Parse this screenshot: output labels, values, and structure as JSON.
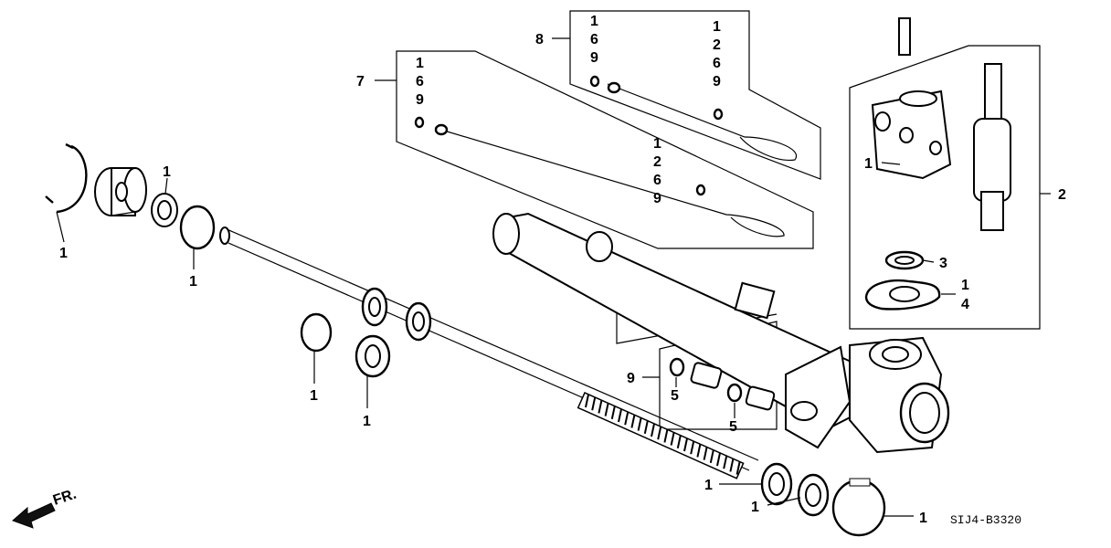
{
  "diagram_code": "SIJ4-B3320",
  "direction_label": "FR.",
  "callouts": {
    "snap_ring_ref": "1",
    "bushing_ref": "1",
    "oring_left_ref": "1",
    "seal_a_ref": "1",
    "seal_b_ref": "1",
    "bearing_ref": "1",
    "seal_c_ref": "1",
    "clamp_ref": "1",
    "valve_ref": "1",
    "group2_ref": "2",
    "seal3_ref": "3",
    "gasket_ref_a": "1",
    "gasket_ref_b": "4",
    "oring5_a_ref": "5",
    "oring5_b_ref": "5",
    "group7_ref": "7",
    "group8_ref": "8",
    "group9_ref": "9"
  },
  "stacks": {
    "group7_top": [
      "1",
      "6",
      "9"
    ],
    "group7_mid": [
      "1",
      "2",
      "6",
      "9"
    ],
    "group8_left": [
      "1",
      "6",
      "9"
    ],
    "group8_right": [
      "1",
      "2",
      "6",
      "9"
    ]
  }
}
